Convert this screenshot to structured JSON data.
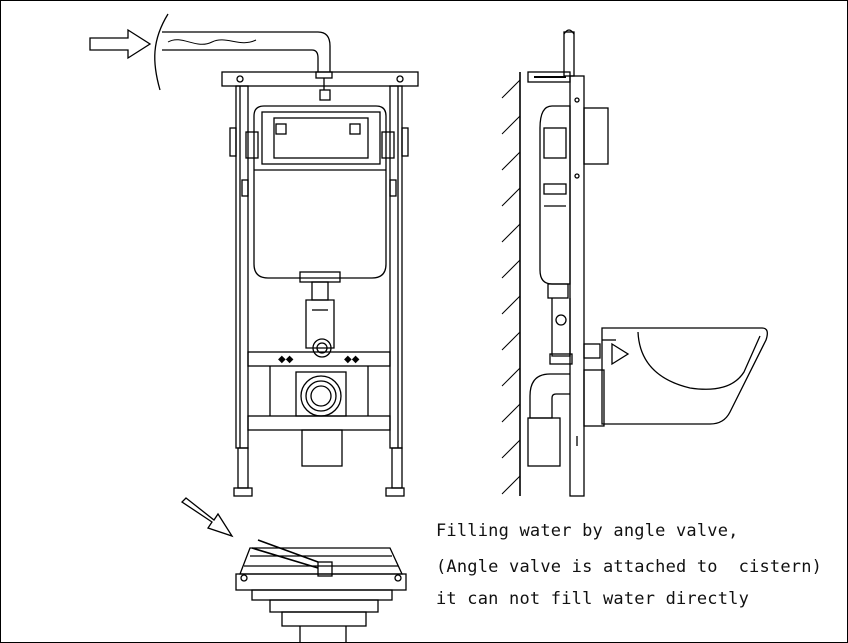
{
  "figure": {
    "notes": [
      "Filling water by angle valve,",
      "(Angle valve is attached to  cistern)",
      "it can not fill water directly"
    ]
  },
  "colors": {
    "line": "#000000",
    "background": "#ffffff"
  }
}
